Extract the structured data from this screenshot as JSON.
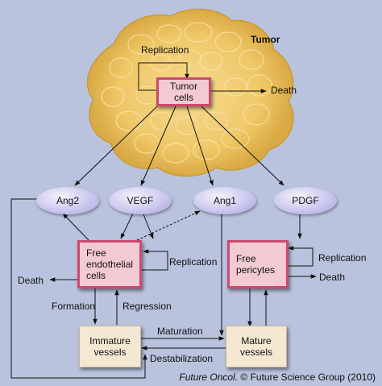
{
  "tumor": {
    "label": "Tumor",
    "cells_label": "Tumor\ncells",
    "replication_label": "Replication",
    "death_label": "Death"
  },
  "factors": {
    "ang2": "Ang2",
    "vegf": "VEGF",
    "ang1": "Ang1",
    "pdgf": "PDGF"
  },
  "endothelial": {
    "label": "Free\nendothelial\ncells",
    "replication_label": "Replication",
    "death_label": "Death"
  },
  "pericytes": {
    "label": "Free\npericytes",
    "replication_label": "Replication",
    "death_label": "Death"
  },
  "vessels": {
    "immature_label": "Immature\nvessels",
    "mature_label": "Mature\nvessels",
    "formation_label": "Formation",
    "regression_label": "Regression",
    "maturation_label": "Maturation",
    "destabilization_label": "Destabilization"
  },
  "credit": {
    "journal": "Future Oncol.",
    "rest": " © Future Science Group (2010)"
  },
  "colors": {
    "background": "#b9c3de",
    "tumor_fill": "#efc766",
    "pink_box_border": "#ca4a70",
    "pink_box_fill": "#f3c9d3",
    "cream_box_fill": "#f4e8d3",
    "oval_fill": "#cbc8ee"
  }
}
